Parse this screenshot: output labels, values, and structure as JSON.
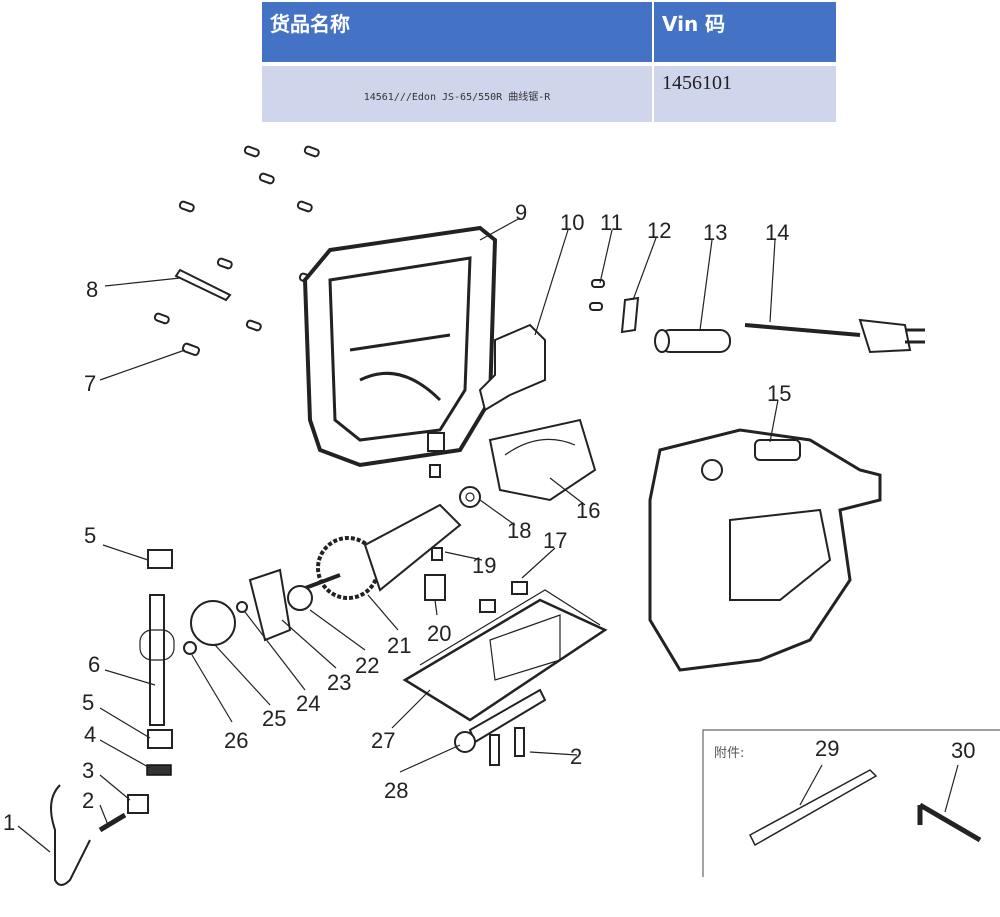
{
  "table": {
    "headers": [
      "货品名称",
      "Vin 码"
    ],
    "product_name": "14561///Edon JS-65/550R 曲线锯-R",
    "vin_code": "1456101"
  },
  "diagram": {
    "accessories_label": "附件:",
    "callouts": [
      "1",
      "2",
      "3",
      "4",
      "5",
      "6",
      "7",
      "8",
      "9",
      "10",
      "11",
      "12",
      "13",
      "14",
      "15",
      "16",
      "17",
      "18",
      "19",
      "20",
      "21",
      "22",
      "23",
      "24",
      "25",
      "26",
      "27",
      "28",
      "29",
      "30"
    ],
    "callout_2_second": "2",
    "callout_5_second": "5"
  }
}
